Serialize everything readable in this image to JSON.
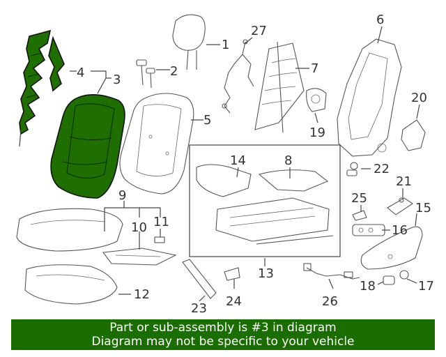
{
  "colors": {
    "highlight": "#1f6e00",
    "banner_bg": "#1a6e00",
    "banner_text": "#ffffff"
  },
  "highlighted_part": "3",
  "callouts": [
    "1",
    "2",
    "3",
    "4",
    "5",
    "6",
    "7",
    "8",
    "9",
    "10",
    "11",
    "12",
    "13",
    "14",
    "15",
    "16",
    "17",
    "18",
    "19",
    "20",
    "21",
    "22",
    "23",
    "24",
    "25",
    "26",
    "27"
  ],
  "banner": {
    "line1": "Part or sub-assembly is #3 in diagram",
    "line2": "Diagram may not be specific to your vehicle"
  }
}
